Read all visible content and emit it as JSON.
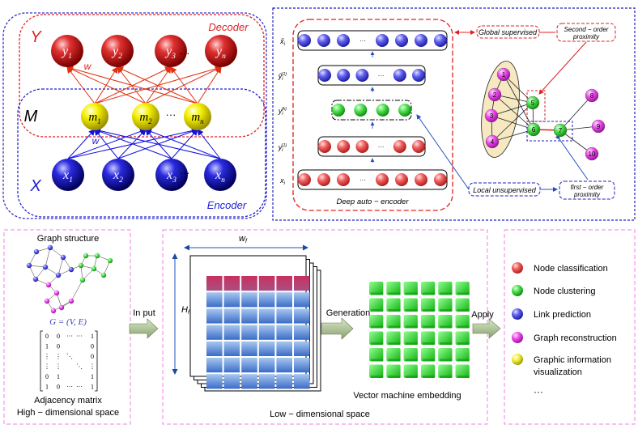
{
  "top_left": {
    "decoder_label": "Decoder",
    "encoder_label": "Encoder",
    "y_label": "Y",
    "m_label": "M",
    "x_label": "X",
    "weight_top": "w",
    "weight_bottom": "w",
    "y_nodes": [
      "y",
      "y",
      "y",
      "y"
    ],
    "y_subs": [
      "1",
      "2",
      "3",
      "n"
    ],
    "m_nodes": [
      "m",
      "m",
      "m"
    ],
    "m_subs": [
      "1",
      "2",
      "n"
    ],
    "x_nodes": [
      "x",
      "x",
      "x",
      "x"
    ],
    "x_subs": [
      "1",
      "2",
      "3",
      "n"
    ],
    "ellipsis": "···"
  },
  "top_right": {
    "row_labels": [
      "x̂",
      "ŷ",
      "y",
      "y",
      "x"
    ],
    "row_subs": [
      "i",
      "i",
      "i",
      "i",
      "i"
    ],
    "row_sups": [
      "",
      "(1)",
      "(k)",
      "(1)",
      ""
    ],
    "ellipsis": "···",
    "autoencoder_label": "Deep auto − encoder",
    "global_label": "Global supervised",
    "second_order_label": [
      "Second − order",
      "proximity"
    ],
    "local_label": "Local unsupervised",
    "first_order_label": [
      "first − order",
      "proximity"
    ],
    "graph_nodes": [
      "1",
      "2",
      "3",
      "4",
      "5",
      "6",
      "7",
      "8",
      "9",
      "10"
    ]
  },
  "bottom_left": {
    "title": "Graph structure",
    "formula": "G = (V, E)",
    "matrix_rows": [
      [
        "0",
        "0",
        "···",
        "···",
        "1"
      ],
      [
        "1",
        "0",
        "",
        "",
        "0"
      ],
      [
        "⋮",
        "⋮",
        "⋱",
        "",
        "0"
      ],
      [
        "⋮",
        "⋮",
        "",
        "⋱",
        "⋮"
      ],
      [
        "0",
        "1",
        "",
        "",
        "1"
      ],
      [
        "1",
        "0",
        "···",
        "···",
        "1"
      ]
    ],
    "adjacency_label": "Adjacency matrix",
    "space_label": "High − dimensional space"
  },
  "arrow_input": "In put",
  "bottom_middle": {
    "width_label": "w",
    "width_sub": "f",
    "height_label": "H",
    "height_sub": "f",
    "generation_label": "Generation",
    "embedding_label": "Vector machine embedding",
    "space_label": "Low − dimensional space"
  },
  "arrow_apply": "Apply",
  "bottom_right": {
    "items": [
      {
        "label": "Node classification",
        "color": "#e05050"
      },
      {
        "label": "Node clustering",
        "color": "#40d040"
      },
      {
        "label": "Link prediction",
        "color": "#5050e0"
      },
      {
        "label": "Graph reconstruction",
        "color": "#e040e0"
      },
      {
        "label": "Graphic information",
        "label2": "visualization",
        "color": "#f0f020"
      }
    ],
    "ellipsis": "···"
  }
}
